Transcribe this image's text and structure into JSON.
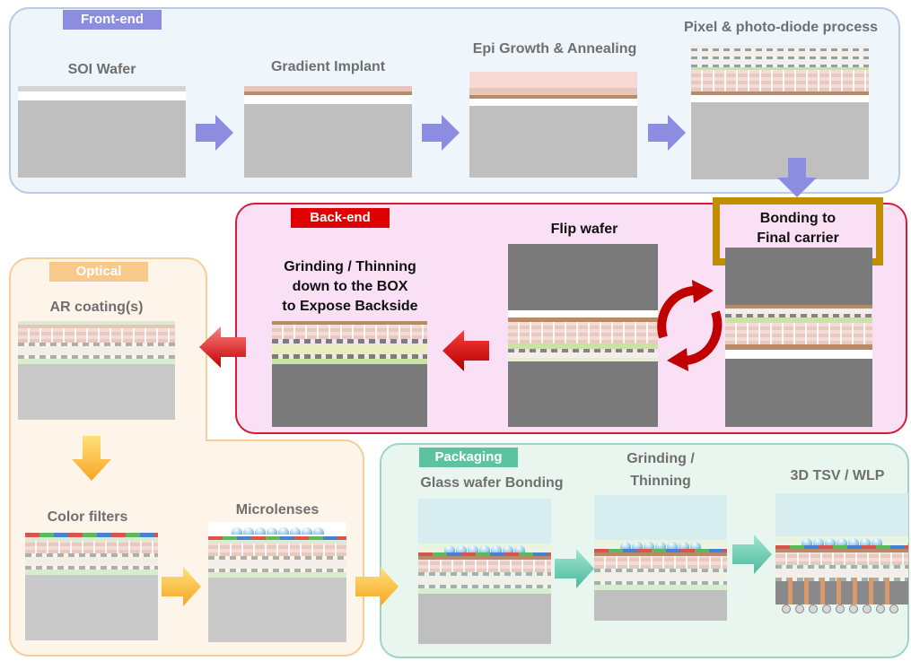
{
  "sections": {
    "front_end": {
      "label": "Front-end"
    },
    "back_end": {
      "label": "Back-end"
    },
    "optical": {
      "label": "Optical"
    },
    "packaging": {
      "label": "Packaging"
    }
  },
  "steps": {
    "soi_wafer": "SOI Wafer",
    "gradient_implant": "Gradient Implant",
    "epi_growth": "Epi Growth & Annealing",
    "pixel_process": "Pixel & photo-diode process",
    "bonding_line1": "Bonding to",
    "bonding_line2": "Final carrier",
    "flip_wafer": "Flip wafer",
    "grinding_line1": "Grinding / Thinning",
    "grinding_line2": "down to the BOX",
    "grinding_line3": "to Expose Backside",
    "ar_coating": "AR coating(s)",
    "color_filters": "Color filters",
    "microlenses": "Microlenses",
    "glass_bonding": "Glass wafer Bonding",
    "pkg_grinding_line1": "Grinding /",
    "pkg_grinding_line2": "Thinning",
    "tsv_wlp": "3D TSV / WLP"
  },
  "colors": {
    "front_end_tag": "#8c8ce0",
    "back_end_tag": "#e00000",
    "optical_tag": "#f7c98a",
    "packaging_tag": "#5cc3a0",
    "bonding_highlight": "#c08f00",
    "flip_arrows": "#c00000"
  }
}
